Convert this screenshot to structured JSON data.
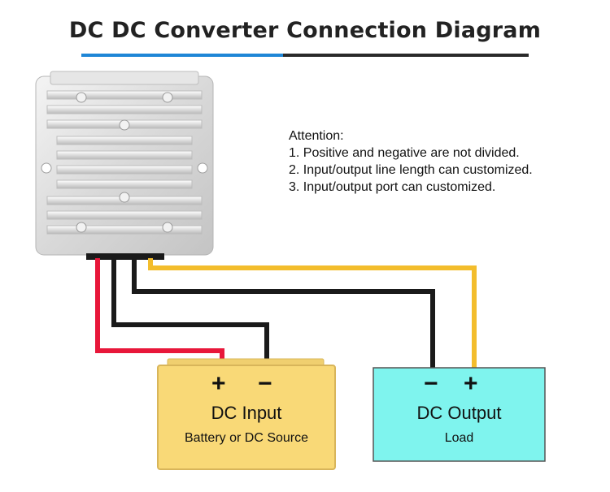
{
  "title": "DC DC Converter Connection Diagram",
  "attention": {
    "heading": "Attention:",
    "items": [
      "1. Positive and negative are not divided.",
      "2. Input/output line length can customized.",
      "3. Input/output port can customized."
    ]
  },
  "input_box": {
    "plus": "+",
    "minus": "−",
    "title": "DC Input",
    "subtitle": "Battery or DC Source"
  },
  "output_box": {
    "minus": "−",
    "plus": "+",
    "title": "DC Output",
    "subtitle": "Load"
  },
  "colors": {
    "accent_blue": "#1e86d6",
    "wire_red": "#e8173a",
    "wire_black": "#1a1a1a",
    "wire_yellow": "#f3bd2c",
    "input_box_fill": "#f9d977",
    "output_box_fill": "#7ff4ee"
  }
}
